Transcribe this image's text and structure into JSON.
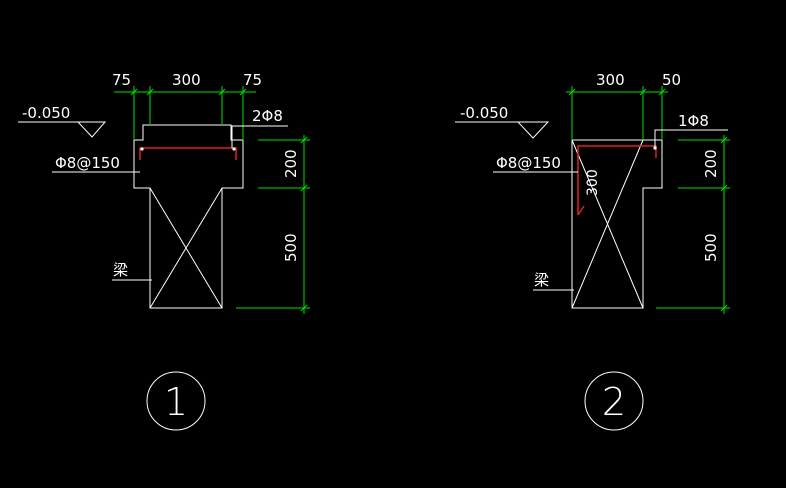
{
  "detail1": {
    "elevation": "-0.050",
    "dim_left": "75",
    "dim_mid": "300",
    "dim_right": "75",
    "rebar_top": "2Φ8",
    "stirrup": "Φ8@150",
    "beam_label": "梁",
    "dim_v_top": "200",
    "dim_v_bottom": "500",
    "number": "1"
  },
  "detail2": {
    "elevation": "-0.050",
    "dim_mid": "300",
    "dim_right": "50",
    "rebar_top": "1Φ8",
    "stirrup": "Φ8@150",
    "inner_text": "300",
    "beam_label": "梁",
    "dim_v_top": "200",
    "dim_v_bottom": "500",
    "number": "2"
  },
  "colors": {
    "background": "#000000",
    "line": "#ffffff",
    "dimension": "#00ff00",
    "rebar": "#ff0000"
  }
}
